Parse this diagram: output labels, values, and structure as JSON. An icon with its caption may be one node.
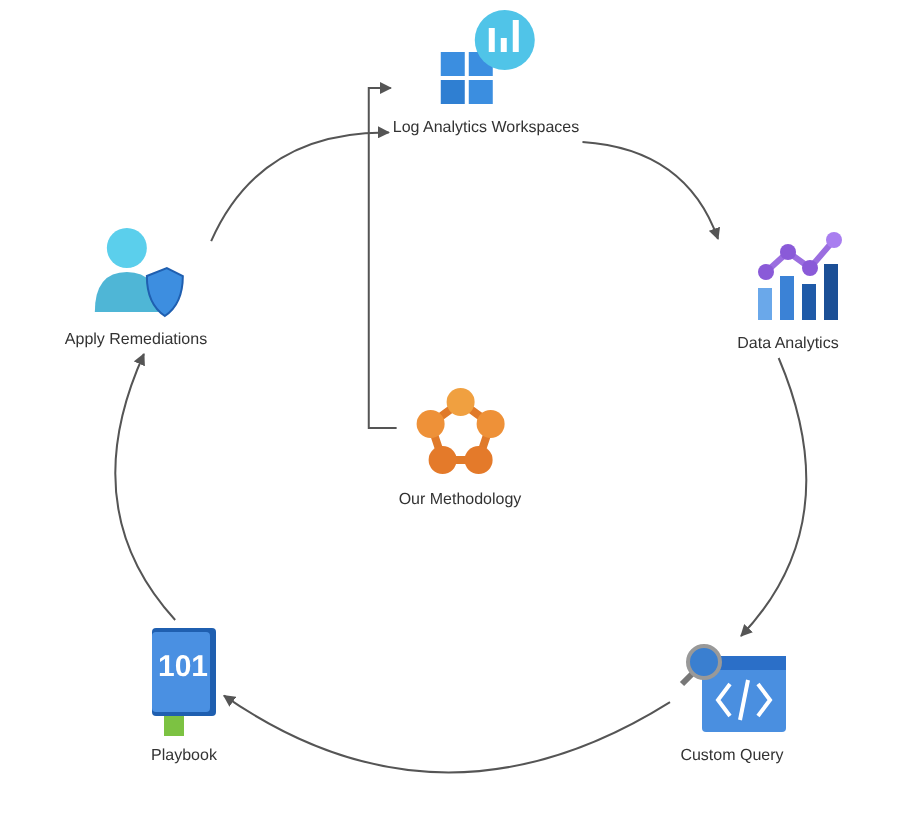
{
  "diagram": {
    "nodes": [
      {
        "text": [
          "Log Analytics Workspaces"
        ]
      },
      {
        "text": [
          "Data Analytics"
        ]
      },
      {
        "text": [
          "Custom Query"
        ]
      },
      {
        "text": [
          "Playbook"
        ]
      },
      {
        "text": [
          "Apply Remediations"
        ]
      },
      {
        "text": [
          "Our Methodology"
        ]
      }
    ],
    "edges": [
      {
        "from": 4,
        "to": 0,
        "arrow": "to"
      },
      {
        "from": 5,
        "to": 0,
        "arrow": "to"
      },
      {
        "from": 0,
        "to": 1,
        "arrow": "to"
      },
      {
        "from": 1,
        "to": 2,
        "arrow": "to"
      },
      {
        "from": 2,
        "to": 3,
        "arrow": "to"
      },
      {
        "from": 3,
        "to": 4,
        "arrow": "to"
      }
    ],
    "labels": [
      "101"
    ]
  }
}
